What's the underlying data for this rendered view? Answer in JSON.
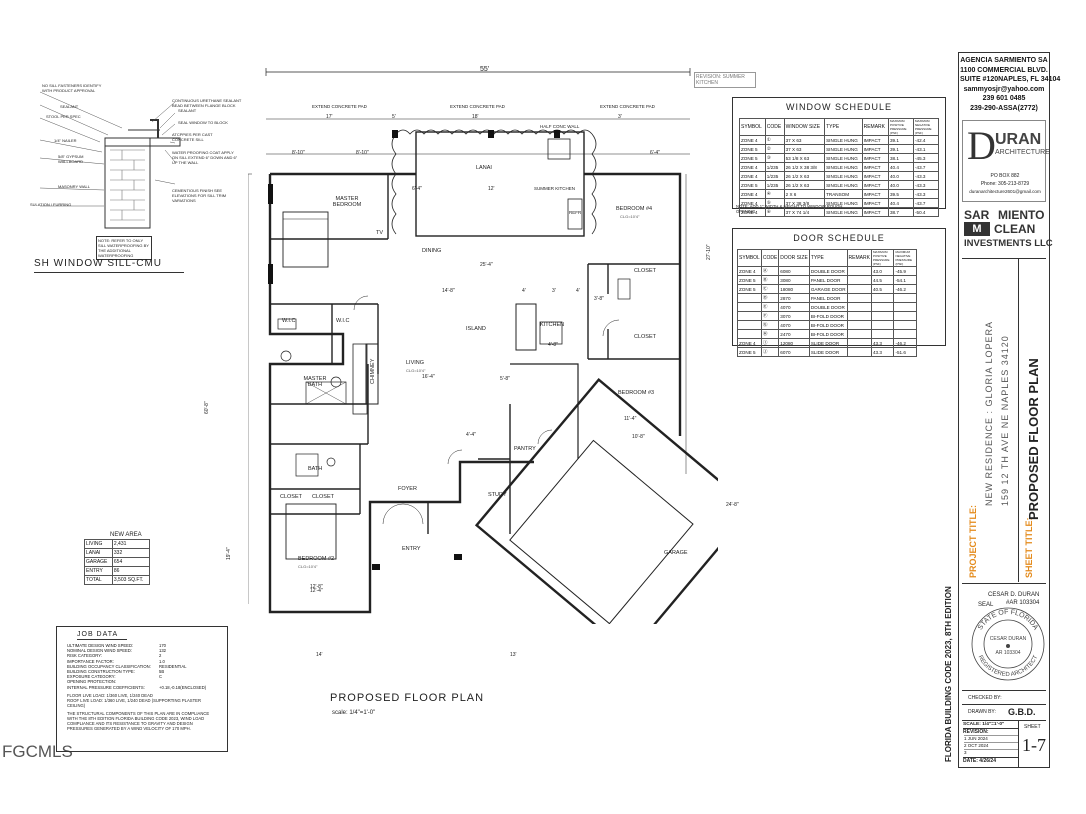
{
  "watermark": "FGCMLS",
  "sill_detail": {
    "title": "SH WINDOW SILL-CMU",
    "notes": [
      "NO SILL FASTENERS IDENTIFY WITH PRODUCT APPROVAL",
      "SEALANT",
      "STOOL PER SPEC",
      "1/4\" NAILER",
      "5/8\" GYPSUM WALLBOARD",
      "MASONRY WALL",
      "SULATION / FURRING",
      "CONTINUOUS URETHANE SEALANT BEAD BETWEEN FLANGE BLOCK",
      "SEALANT",
      "SEAL WINDOW TO BLOCK",
      "ATCPPIES PER CAST CONCRETE SILL",
      "WATER PROOFING COAT APPLY ON SILL EXTEND 6\" DOWN AND 6\" UP THE WALL",
      "CEMENTIOUS FINISH SEE ELEVATIONS FOR SILL TRIM VARIATIONS",
      "NOTE: REFER TO ONLY SILL WATERPROOFING BY THE ADDITIONAL WATERPROOFING"
    ]
  },
  "plan": {
    "overall_dim": "55'",
    "revision": "REVISION: SUMMER KITCHEN",
    "labels": {
      "extend_pad_1": "EXTEND CONCRETE PAD",
      "extend_pad_2": "EXTEND CONCRETE PAD",
      "extend_pad_3": "EXTEND CONCRETE PAD",
      "half_wall": "HALF CONC WALL",
      "lanai": "LANAI",
      "summer_kitchen": "SUMMER KITCHEN",
      "refr": "REFR",
      "master_bedroom": "MASTER BEDROOM",
      "tv": "TV",
      "dining": "DINING",
      "bedroom4": "BEDROOM #4",
      "closet1": "CLOSET",
      "island": "ISLAND",
      "kitchen": "KITCHEN",
      "wic1": "W.I.C",
      "wic2": "W.I.C",
      "master_bath": "MASTER BATH",
      "chimney": "CHIMNEY",
      "living": "LIVING",
      "closet2": "CLOSET",
      "bedroom3": "BEDROOM #3",
      "bath": "BATH",
      "pantry": "PANTRY",
      "foyer": "FOYER",
      "study": "STUDY",
      "closet3": "CLOSET",
      "closet4": "CLOSET",
      "entry": "ENTRY",
      "bedroom2": "BEDROOM #2",
      "garage": "GARAGE",
      "clg": "CLG=10'4\""
    },
    "dims": [
      "17'",
      "5'",
      "18'",
      "3'",
      "8'-10\"",
      "8'-10\"",
      "6'-4\"",
      "12'",
      "6'-4\"",
      "25'-4\"",
      "14'-8\"",
      "4'",
      "3'",
      "4'",
      "4'-8\"",
      "5'-8\"",
      "16'-4\"",
      "4'-4\"",
      "3'-8\"",
      "12'-8\"",
      "13'",
      "14'",
      "10'-8\"",
      "11'-4\"",
      "24'-8\"",
      "27'-10\"",
      "60'-8\"",
      "19'-4\"",
      "12'-4\""
    ],
    "title": "PROPOSED FLOOR PLAN",
    "scale": "scale:  1/4\"=1'-0\""
  },
  "new_area": {
    "title": "NEW AREA",
    "rows": [
      [
        "LIVING",
        "2,431"
      ],
      [
        "LANAI",
        "332"
      ],
      [
        "GARAGE",
        "654"
      ],
      [
        "ENTRY",
        "86"
      ],
      [
        "TOTAL",
        "3,503 SQ.FT."
      ]
    ]
  },
  "job_data": {
    "title": "JOB DATA",
    "lines": [
      [
        "ULTIMATE DESIGN WIND SPEED:",
        "170"
      ],
      [
        "NOMINAL DESIGN WIND SPEED:",
        "132"
      ],
      [
        "RISK CATEGORY:",
        "2"
      ],
      [
        "IMPORTANCE FACTOR:",
        "1.0"
      ],
      [
        "BUILDING OCCUPANCY CLASSIFICATION:",
        "RESIDENTIAL"
      ],
      [
        "BUILDING CONSTRUCTION TYPE:",
        "5B"
      ],
      [
        "EXPOSURE CATEGORY:",
        "C"
      ],
      [
        "OPENING PROTECTION:",
        ""
      ],
      [
        "INTERNAL PRESSURE COEFFICIENTS:",
        "+0.18,-0.18(ENCLOSED)"
      ]
    ],
    "loads": [
      "FLOOR LIVE LOAD: 1/360 LIVE, 1/240 DEAD",
      "ROOF LIVE LOAD: 1/360 LIVE, 1/240 DEAD (SUPPORTING PLASTER CEILING)"
    ],
    "note": "THE STRUCTURAL COMPONENTS OF THIS PLAN ARE IN COMPLIANCE WITH THE 8TH EDITION FLORIDA BUILDING CODE 2023, WIND LOAD COMPLIANCE AND ITS RESISTANCE TO GRAVITY AND DESIGN PRESSURES GENERATED BY A WIND VELOCITY OF 170 MPH."
  },
  "window_schedule": {
    "title": "WINDOW SCHEDULE",
    "headers": [
      "SYMBOL",
      "CODE",
      "WINDOW SIZE",
      "TYPE",
      "REMARK",
      "MAXIMUM POSITIVE PRESSURE (PSF)",
      "MAXIMUM NEGATIVE PRESSURE (PSF)"
    ],
    "rows": [
      [
        "ZONE 4",
        "①",
        "37 X 63",
        "SINGLE HUNG",
        "IMPACT",
        "39.1",
        "-42.4"
      ],
      [
        "ZONE 5",
        "②",
        "37 X 63",
        "SINGLE HUNG",
        "IMPACT",
        "39.1",
        "-43.1"
      ],
      [
        "ZONE 5",
        "③",
        "53 1/8 X 63",
        "SINGLE HUNG",
        "IMPACT",
        "38.1",
        "-45.3"
      ],
      [
        "ZONE 4",
        "1/235",
        "26 1/2 X 38 3/8",
        "SINGLE HUNG",
        "IMPACT",
        "40.4",
        "-43.7"
      ],
      [
        "ZONE 4",
        "1/235",
        "26 1/2 X 63",
        "SINGLE HUNG",
        "IMPACT",
        "40.0",
        "-43.3"
      ],
      [
        "ZONE 5",
        "1/235",
        "26 1/2 X 63",
        "SINGLE HUNG",
        "IMPACT",
        "40.0",
        "-43.3"
      ],
      [
        "ZONE 4",
        "④",
        "2 X 6",
        "TRANSOM",
        "IMPACT",
        "39.5",
        "-43.3"
      ],
      [
        "ZONE 4",
        "⑤",
        "37 X 38 3/8",
        "SINGLE HUNG",
        "IMPACT",
        "40.4",
        "-43.7"
      ],
      [
        "ZONE 4",
        "⑥",
        "37 X 74 1/4",
        "SINGLE HUNG",
        "IMPACT",
        "38.7",
        "-50.4"
      ]
    ],
    "note": "NOTE: ADD 1\" WIDTH & HEIGHT TO WINDOW ROUGH OPENING"
  },
  "door_schedule": {
    "title": "DOOR SCHEDULE",
    "headers": [
      "SYMBOL",
      "CODE",
      "DOOR SIZE",
      "TYPE",
      "REMARK",
      "MAXIMUM POSITIVE PRESSURE (PSF)",
      "MAXIMUM NEGATIVE PRESSURE (PSF)"
    ],
    "rows": [
      [
        "ZONE 4",
        "Ⓐ",
        "6080",
        "DOUBLE DOOR",
        "",
        "43.0",
        "-45.9"
      ],
      [
        "ZONE 5",
        "Ⓑ",
        "3080",
        "PANEL DOOR",
        "",
        "44.5",
        "-54.1"
      ],
      [
        "ZONE 5",
        "Ⓒ",
        "18080",
        "GARAGE DOOR",
        "",
        "40.5",
        "-46.2"
      ],
      [
        "",
        "Ⓓ",
        "2870",
        "PANEL DOOR",
        "",
        "",
        ""
      ],
      [
        "",
        "Ⓔ",
        "4070",
        "DOUBLE DOOR",
        "",
        "",
        ""
      ],
      [
        "",
        "Ⓕ",
        "3070",
        "BI-FOLD DOOR",
        "",
        "",
        ""
      ],
      [
        "",
        "Ⓖ",
        "4070",
        "BI-FOLD DOOR",
        "",
        "",
        ""
      ],
      [
        "",
        "Ⓗ",
        "2470",
        "BI-FOLD DOOR",
        "",
        "",
        ""
      ],
      [
        "ZONE 4",
        "Ⓘ",
        "12080",
        "SLIDE DOOR",
        "",
        "43.3",
        "-46.2"
      ],
      [
        "ZONE 5",
        "Ⓙ",
        "6070",
        "SLIDE DOOR",
        "",
        "43.3",
        "-51.6"
      ]
    ]
  },
  "agency": {
    "lines": [
      "AGENCIA SARMIENTO SA",
      "1100 COMMERCIAL BLVD.",
      "SUITE #120NAPLES, FL 34104",
      "sammyosjr@yahoo.com",
      "239 601 0485",
      "239-290-ASSA(2772)"
    ]
  },
  "duran": {
    "letter": "D",
    "name": "URAN",
    "sub": "ARCHITECTURE",
    "lines": [
      "PO BOX 882",
      "Phone: 305-213-8729",
      "duranarchitecture2601@gmail.com"
    ]
  },
  "sarmiento": {
    "line1a": "SAR",
    "line1b": "MIENTO",
    "m": "M",
    "line2": "CLEAN",
    "line3": "INVESTMENTS LLC"
  },
  "project": {
    "label": "PROJECT TITLE:",
    "line1": "NEW RESIDENCE : GLORIA LOPERA",
    "line2": "159 12 TH AVE NE NAPLES 34120"
  },
  "sheet": {
    "label": "SHEET TITLE:",
    "title": "PROPOSED FLOOR PLAN"
  },
  "code_edition": "FLORIDA BUILDING CODE 2023, 8TH EDITION",
  "seal": {
    "name": "CESAR D. DURAN",
    "ar": "#AR 103304",
    "label": "SEAL",
    "ring_top": "STATE OF FLORIDA",
    "ring_bottom": "REGISTERED ARCHITECT",
    "inner1": "CESAR DURAN",
    "inner2": "AR 103304"
  },
  "title_block": {
    "checked_by": "CHECKED BY:",
    "drawn_by": "DRAWN BY:",
    "drawn_value": "G.B.D.",
    "scale": "SCALE: 1/4\"=1'-0\"",
    "revision": "REVISION:",
    "rev_rows": [
      "1  JUN 2024",
      "2  OCT 2024",
      "3"
    ],
    "date": "DATE: 4/26/24",
    "sheet_label": "SHEET",
    "sheet_no": "1-7"
  }
}
